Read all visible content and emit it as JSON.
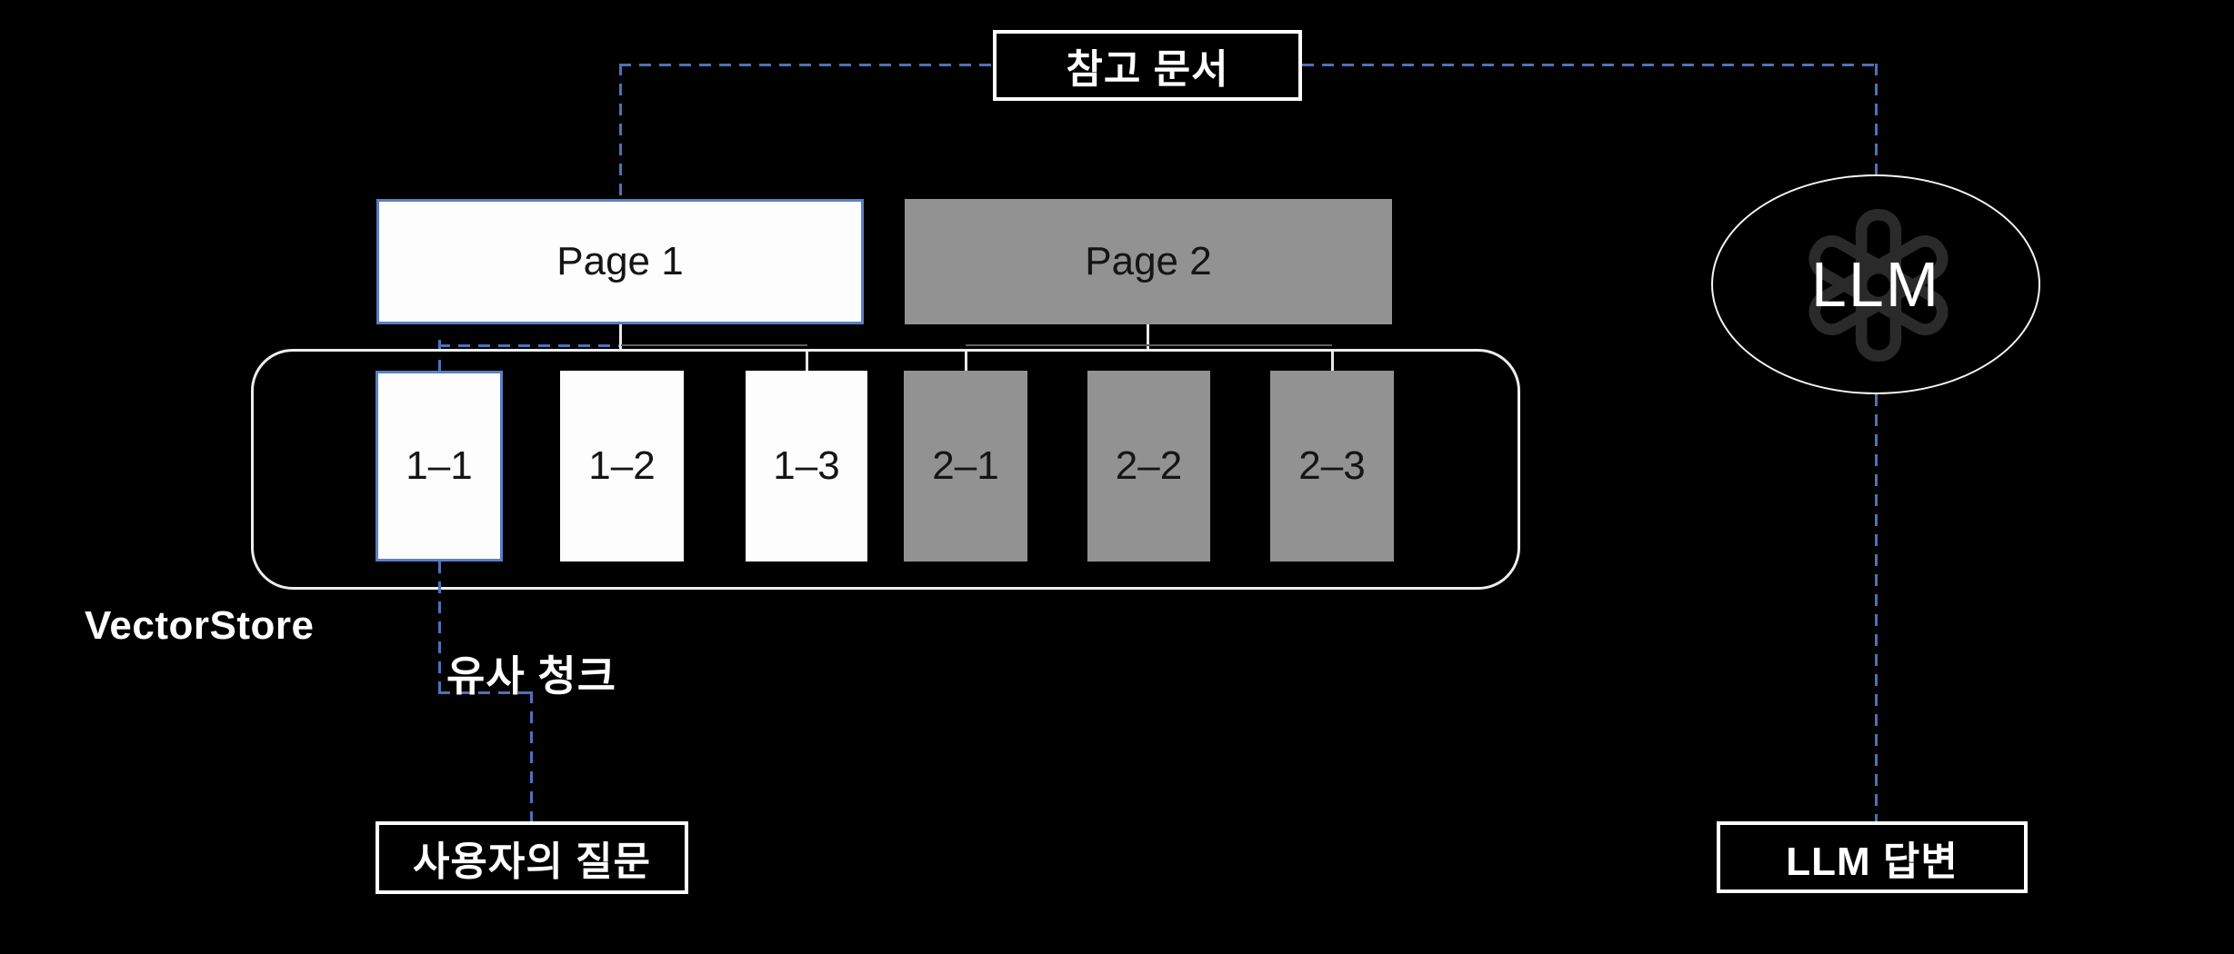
{
  "colors": {
    "background": "#000000",
    "accent_blue_border": "#5b7ec8",
    "dashed_blue": "#4d72b8",
    "gray_fill": "#929292",
    "white": "#ffffff",
    "logo_gray": "#2a2a2a"
  },
  "reference_doc": {
    "label": "참고 문서"
  },
  "pages": [
    {
      "label": "Page 1",
      "style": "white-highlighted"
    },
    {
      "label": "Page 2",
      "style": "gray"
    }
  ],
  "chunks": [
    {
      "label": "1–1",
      "page": "Page 1",
      "highlighted": true
    },
    {
      "label": "1–2",
      "page": "Page 1",
      "highlighted": false
    },
    {
      "label": "1–3",
      "page": "Page 1",
      "highlighted": false
    },
    {
      "label": "2–1",
      "page": "Page 2",
      "highlighted": false
    },
    {
      "label": "2–2",
      "page": "Page 2",
      "highlighted": false
    },
    {
      "label": "2–3",
      "page": "Page 2",
      "highlighted": false
    }
  ],
  "vector_store": {
    "label": "VectorStore"
  },
  "similar_chunk": {
    "label": "유사 청크"
  },
  "user_question": {
    "label": "사용자의 질문"
  },
  "llm": {
    "label": "LLM",
    "logo": "openai-logo"
  },
  "llm_answer": {
    "label": "LLM 답변"
  }
}
